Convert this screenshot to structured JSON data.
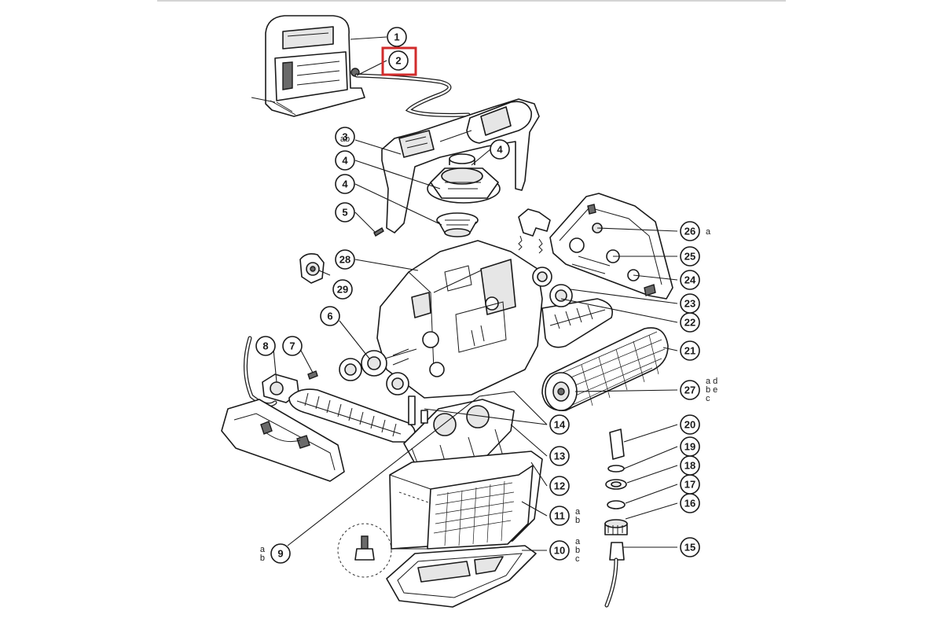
{
  "highlight_color": "#d12b2b",
  "callouts": [
    {
      "id": "c1",
      "num": "1",
      "sub": ""
    },
    {
      "id": "c2",
      "num": "2",
      "sub": "",
      "highlighted": true
    },
    {
      "id": "c3",
      "num": "3",
      "sub": "ab"
    },
    {
      "id": "c4a",
      "num": "4",
      "sub": ""
    },
    {
      "id": "c4b",
      "num": "4",
      "sub": ""
    },
    {
      "id": "c4c",
      "num": "4",
      "sub": ""
    },
    {
      "id": "c5",
      "num": "5",
      "sub": ""
    },
    {
      "id": "c6",
      "num": "6",
      "sub": ""
    },
    {
      "id": "c7",
      "num": "7",
      "sub": ""
    },
    {
      "id": "c8",
      "num": "8",
      "sub": ""
    },
    {
      "id": "c9",
      "num": "9",
      "sub": "a\nb"
    },
    {
      "id": "c10",
      "num": "10",
      "sub": "a\nb\nc"
    },
    {
      "id": "c11",
      "num": "11",
      "sub": "a\nb"
    },
    {
      "id": "c12",
      "num": "12",
      "sub": ""
    },
    {
      "id": "c13",
      "num": "13",
      "sub": ""
    },
    {
      "id": "c14",
      "num": "14",
      "sub": ""
    },
    {
      "id": "c15",
      "num": "15",
      "sub": ""
    },
    {
      "id": "c16",
      "num": "16",
      "sub": ""
    },
    {
      "id": "c17",
      "num": "17",
      "sub": ""
    },
    {
      "id": "c18",
      "num": "18",
      "sub": ""
    },
    {
      "id": "c19",
      "num": "19",
      "sub": ""
    },
    {
      "id": "c20",
      "num": "20",
      "sub": ""
    },
    {
      "id": "c21",
      "num": "21",
      "sub": ""
    },
    {
      "id": "c22",
      "num": "22",
      "sub": ""
    },
    {
      "id": "c23",
      "num": "23",
      "sub": ""
    },
    {
      "id": "c24",
      "num": "24",
      "sub": ""
    },
    {
      "id": "c25",
      "num": "25",
      "sub": ""
    },
    {
      "id": "c26",
      "num": "26",
      "sub": "a"
    },
    {
      "id": "c27",
      "num": "27",
      "sub": "a d\nb e\nc"
    },
    {
      "id": "c28",
      "num": "28",
      "sub": ""
    },
    {
      "id": "c29",
      "num": "29",
      "sub": ""
    }
  ]
}
